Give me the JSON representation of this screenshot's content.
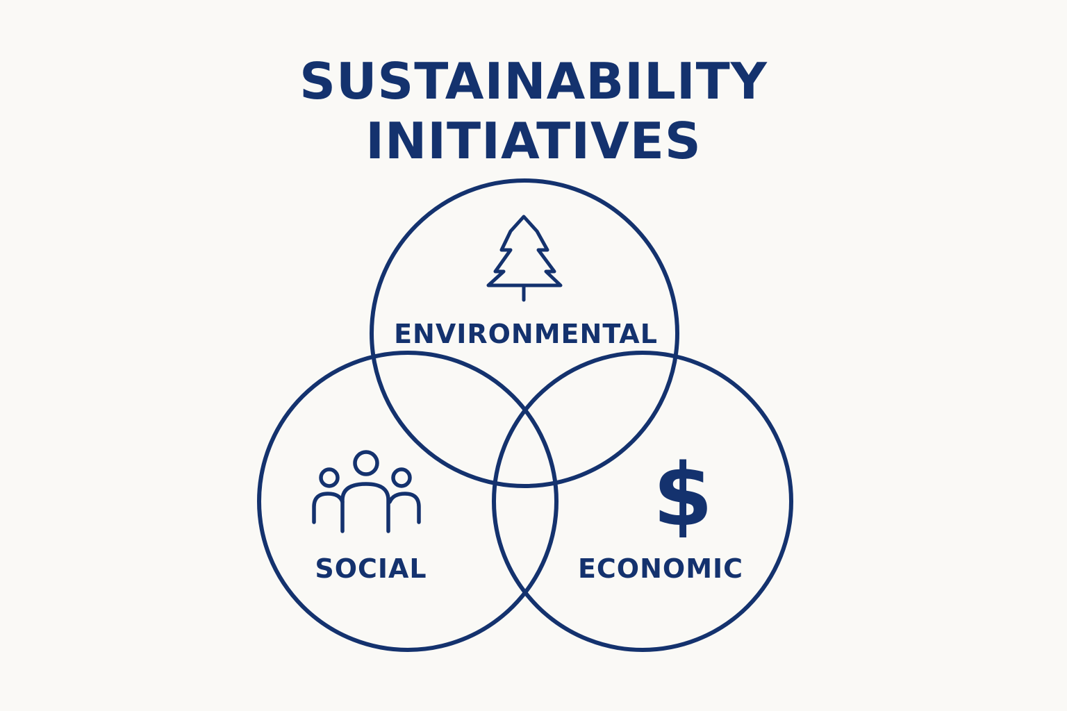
{
  "diagram": {
    "title_line1": "SUSTAINABILITY",
    "title_line2": "INITIATIVES",
    "color": "#14326e",
    "circles": [
      {
        "id": "environmental",
        "label": "ENVIRONMENTAL",
        "icon": "tree-icon"
      },
      {
        "id": "social",
        "label": "SOCIAL",
        "icon": "people-icon"
      },
      {
        "id": "economic",
        "label": "ECONOMIC",
        "icon": "dollar-icon"
      }
    ],
    "dollar_symbol": "$"
  }
}
